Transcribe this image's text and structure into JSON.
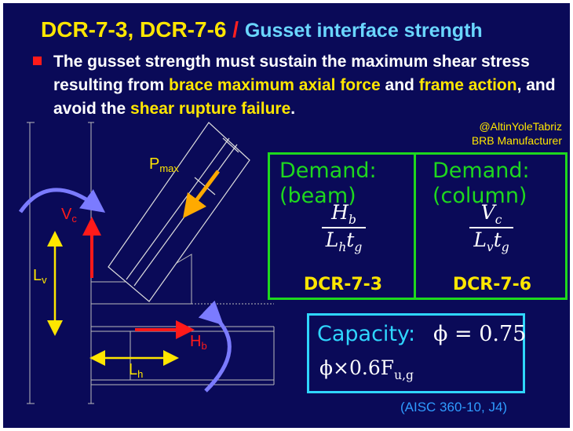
{
  "title": {
    "codes": "DCR-7-3, DCR-7-6",
    "separator": "/",
    "subtitle": "Gusset interface strength"
  },
  "bullet": {
    "text_1": "The gusset strength must sustain the maximum shear stress resulting from",
    "highlight_1": "brace maximum axial force",
    "text_2": "and",
    "highlight_2": "frame action",
    "text_3": ", and avoid the",
    "highlight_3": "shear rupture failure",
    "text_4": "."
  },
  "credit": {
    "line1": "@AltinYoleTabriz",
    "line2": "BRB Manufacturer"
  },
  "diagram": {
    "p_label": "P",
    "p_sub": "max",
    "vc_label": "V",
    "vc_sub": "c",
    "lv_label": "L",
    "lv_sub": "v",
    "hb_label": "H",
    "hb_sub": "b",
    "lh_label": "L",
    "lh_sub": "h"
  },
  "demand_beam": {
    "label_1": "Demand:",
    "label_2": "(beam)",
    "numerator": "H",
    "numerator_sub": "b",
    "denominator_1": "L",
    "denominator_1_sub": "h",
    "denominator_2": "t",
    "denominator_2_sub": "g",
    "dcr": "DCR-7-3"
  },
  "demand_column": {
    "label_1": "Demand:",
    "label_2": "(column)",
    "numerator": "V",
    "numerator_sub": "c",
    "denominator_1": "L",
    "denominator_1_sub": "v",
    "denominator_2": "t",
    "denominator_2_sub": "g",
    "dcr": "DCR-7-6"
  },
  "capacity": {
    "label": "Capacity:",
    "phi_expr": "ϕ = 0.75",
    "formula": "ϕ×0.6F",
    "formula_sub": "u,g"
  },
  "reference": "(AISC 360-10, J4)",
  "colors": {
    "background": "#0a0a58",
    "title_yellow": "#ffe600",
    "subtitle_cyan": "#6ad6ff",
    "demand_green": "#1ed81e",
    "capacity_cyan": "#2fd6ff",
    "force_red": "#ff1a1a",
    "moment_purple": "#7b7bff",
    "brace_orange": "#ffaa00"
  }
}
